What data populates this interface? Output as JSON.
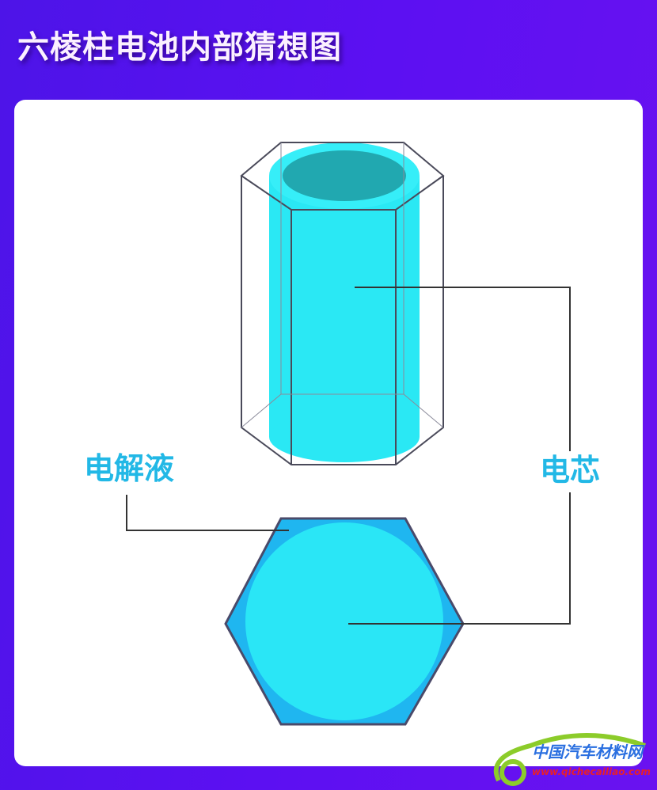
{
  "title": "六棱柱电池内部猜想图",
  "labels": {
    "electrolyte": "电解液",
    "cell": "电芯"
  },
  "watermark": {
    "name": "中国汽车材料网",
    "url": "www.qichecailiao.com"
  },
  "colors": {
    "background": "#5a10ee",
    "cyan": "#2ae6f2",
    "label": "#22b8e6",
    "hex_fill": "#1fb6f0",
    "outline": "#4a4a5a"
  }
}
